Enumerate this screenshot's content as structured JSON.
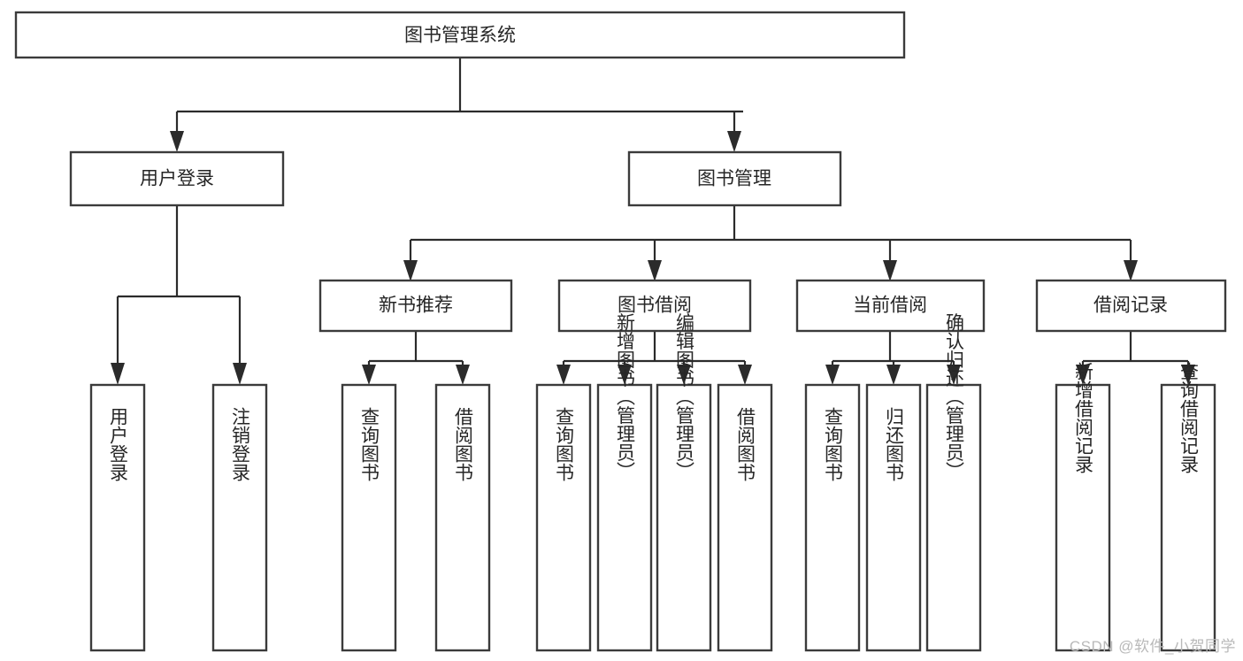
{
  "diagram": {
    "title": "图书管理系统",
    "type": "tree-hierarchy",
    "root": {
      "label": "图书管理系统"
    },
    "level1": [
      {
        "label": "用户登录"
      },
      {
        "label": "图书管理"
      }
    ],
    "level2": [
      {
        "label": "新书推荐",
        "parent": "图书管理"
      },
      {
        "label": "图书借阅",
        "parent": "图书管理"
      },
      {
        "label": "当前借阅",
        "parent": "图书管理"
      },
      {
        "label": "借阅记录",
        "parent": "图书管理"
      }
    ],
    "leaves_user_login": [
      {
        "label": "用户登录"
      },
      {
        "label": "注销登录"
      }
    ],
    "leaves_new_book": [
      {
        "label": "查询图书"
      },
      {
        "label": "借阅图书"
      }
    ],
    "leaves_borrow": [
      {
        "label": "查询图书"
      },
      {
        "label": "新增图书（管理员）"
      },
      {
        "label": "编辑图书（管理员）"
      },
      {
        "label": "借阅图书"
      }
    ],
    "leaves_current": [
      {
        "label": "查询图书"
      },
      {
        "label": "归还图书"
      },
      {
        "label": "确认归还（管理员）"
      }
    ],
    "leaves_records": [
      {
        "label": "新增借阅记录"
      },
      {
        "label": "查询借阅记录"
      }
    ]
  },
  "watermark": {
    "text": "CSDN @软件_小贺同学"
  },
  "colors": {
    "background": "#ffffff",
    "box_stroke": "#3b3b3b",
    "connector": "#2b2b2b",
    "text": "#262626",
    "watermark": "#b9b9b9"
  }
}
